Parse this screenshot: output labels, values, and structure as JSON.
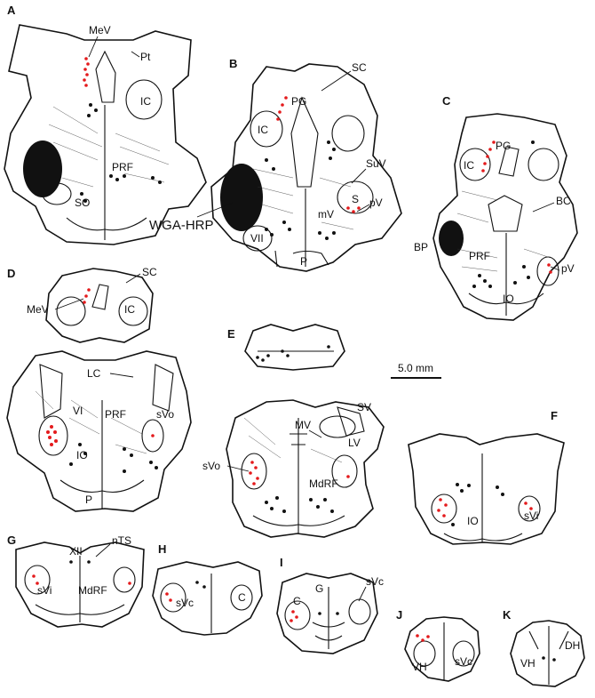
{
  "panels": [
    {
      "id": "A",
      "labels": [
        "MeV",
        "Pt",
        "IC",
        "PRF",
        "SO"
      ]
    },
    {
      "id": "B",
      "labels": [
        "SC",
        "PG",
        "IC",
        "SuV",
        "pV",
        "mV",
        "S",
        "VII",
        "P"
      ]
    },
    {
      "id": "C",
      "labels": [
        "PG",
        "IC",
        "BC",
        "BP",
        "PRF",
        "pV",
        "IO"
      ]
    },
    {
      "id": "D",
      "labels": [
        "SC",
        "MeV",
        "IC",
        "LC",
        "VI",
        "sVo",
        "PRF",
        "IO",
        "P"
      ]
    },
    {
      "id": "E",
      "labels": []
    },
    {
      "id": "F",
      "labels": [
        "sVi",
        "IO"
      ]
    },
    {
      "id": "G",
      "labels": [
        "XII",
        "nTS",
        "sVi",
        "MdRF"
      ]
    },
    {
      "id": "H",
      "labels": [
        "sVc",
        "C"
      ]
    },
    {
      "id": "I",
      "labels": [
        "G",
        "C",
        "sVc"
      ]
    },
    {
      "id": "J",
      "labels": [
        "VH",
        "sVc"
      ]
    },
    {
      "id": "K",
      "labels": [
        "DH",
        "VH"
      ]
    },
    {
      "id": "MV",
      "labels": [
        "SV",
        "MV",
        "LV",
        "sVo",
        "MdRF"
      ]
    }
  ],
  "injection_label": "WGA-HRP",
  "scale_bar": "5.0 mm",
  "colors": {
    "labeled_cells_primary": "#e41a1c",
    "labeled_cells_secondary": "#111111"
  }
}
